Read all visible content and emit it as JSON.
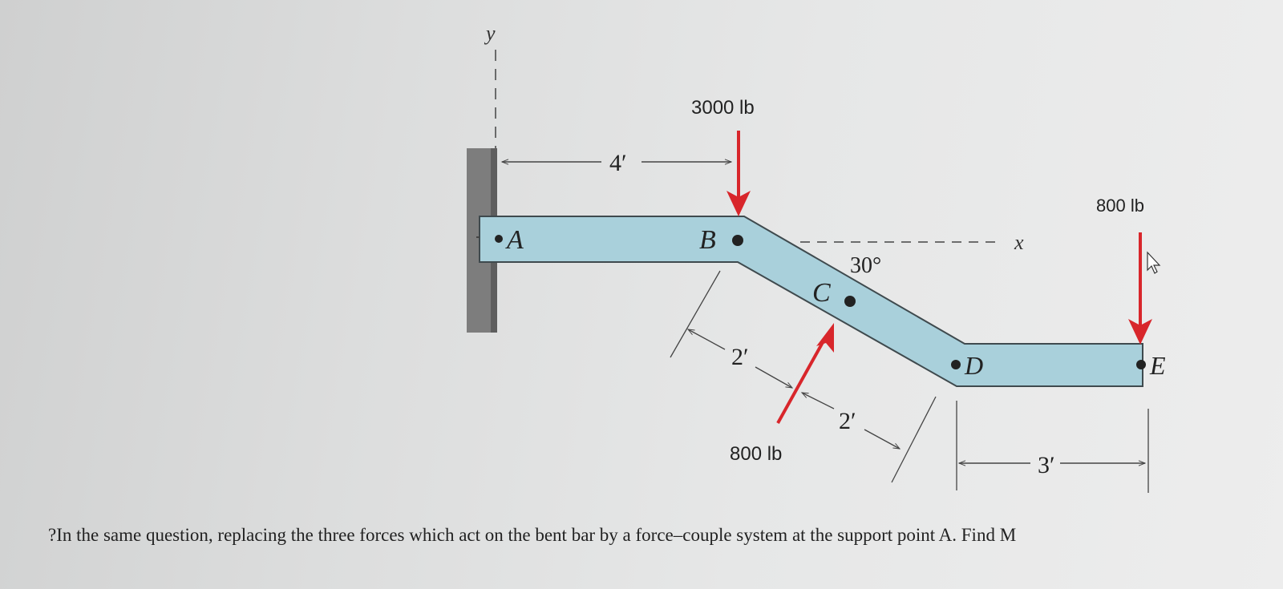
{
  "diagram": {
    "axis_y": "y",
    "axis_x": "x",
    "points": {
      "A": "A",
      "B": "B",
      "C": "C",
      "D": "D",
      "E": "E"
    },
    "angle": "30°",
    "dimensions": {
      "ab": "4′",
      "bc": "2′",
      "cd": "2′",
      "de": "3′"
    },
    "forces": {
      "at_b": "3000 lb",
      "at_e": "800 lb",
      "at_c": "800 lb"
    },
    "colors": {
      "bar_fill": "#a9d0db",
      "force_arrow": "#d8262b",
      "wall": "#8a8a8a"
    }
  },
  "question": {
    "text": "?In the same question, replacing the three forces which act on the bent bar by a force–couple system at the support point A. Find M"
  }
}
